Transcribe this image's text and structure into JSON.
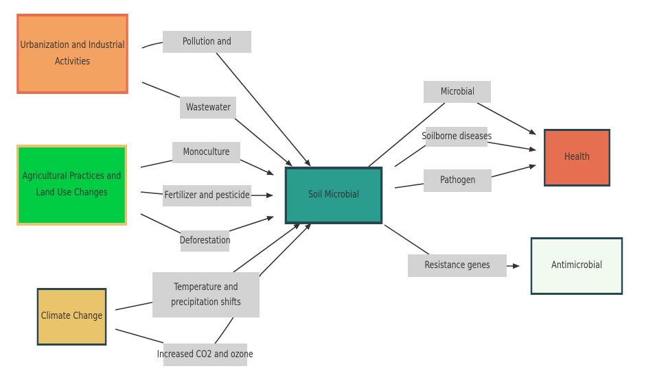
{
  "nodes": {
    "urbanization": {
      "label": "Urbanization and Industrial Activities",
      "fill": "#f4a261",
      "border": "#e76f51"
    },
    "agricultural": {
      "label": "Agricultural Practices and Land Use Changes",
      "fill": "#00cc44",
      "border": "#e9c46a"
    },
    "climate": {
      "label": "Climate Change",
      "fill": "#e9c46a",
      "border": "#264653"
    },
    "soil": {
      "label": "Soil Microbial",
      "fill": "#2a9d8f",
      "border": "#264653"
    },
    "health": {
      "label": "Health",
      "fill": "#e76f51",
      "border": "#264653"
    },
    "antimicrobial": {
      "label": "Antimicrobial",
      "fill": "#f1faee",
      "border": "#264653"
    }
  },
  "edges": {
    "pollution": "Pollution and",
    "wastewater": "Wastewater",
    "monoculture": "Monoculture",
    "fertilizer": "Fertilizer and pesticide",
    "deforestation": "Deforestation",
    "temperature": "Temperature and precipitation shifts",
    "co2": "Increased CO2 and ozone",
    "microbial": "Microbial",
    "soilborne": "Soilborne diseases",
    "pathogen": "Pathogen",
    "resistance": "Resistance genes"
  },
  "colors": {
    "edge": "#333333",
    "edge_label_bg": "#d3d3d3"
  }
}
